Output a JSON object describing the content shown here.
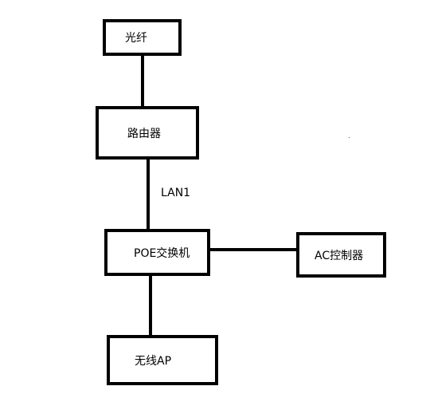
{
  "nodes": {
    "fiber": "光纤",
    "router": "路由器",
    "poe_switch": "POE交换机",
    "ac_controller": "AC控制器",
    "wireless_ap": "无线AP"
  },
  "edges": {
    "router_to_switch_label": "LAN1"
  },
  "colors": {
    "line": "#000000",
    "box_border": "#000000",
    "background": "#ffffff"
  }
}
